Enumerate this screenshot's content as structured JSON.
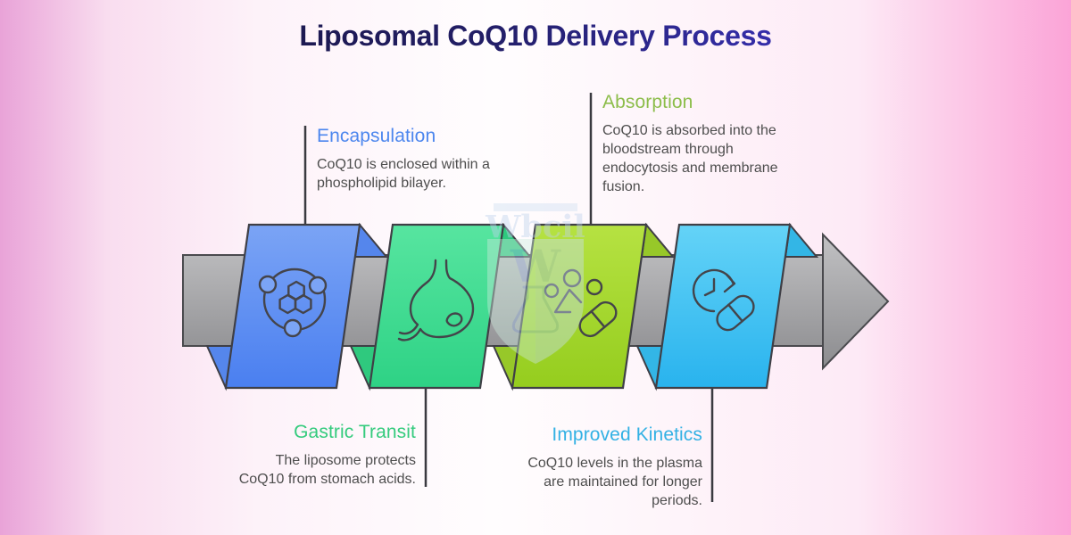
{
  "title": {
    "text": "Liposomal CoQ10 Delivery Process",
    "color_start": "#13102f",
    "color_end": "#4238d0"
  },
  "watermark": {
    "text": "Wbcil",
    "monogram": "W"
  },
  "flow_arrow": {
    "color_top": "#c1c1c3",
    "color_bottom": "#8c8c8f"
  },
  "steps": [
    {
      "label": "Encapsulation",
      "description": "CoQ10 is enclosed within a phospholipid bilayer.",
      "accent": "#4c86ee",
      "ribbon_top": "#7ba4f5",
      "ribbon_bottom": "#4a7ff0",
      "ribbon_fold": "#5586ec",
      "icon": "molecule-icon"
    },
    {
      "label": "Gastric Transit",
      "description": "The liposome protects CoQ10 from stomach acids.",
      "accent": "#34cb7d",
      "ribbon_top": "#57e5a0",
      "ribbon_bottom": "#2ed285",
      "ribbon_fold": "#2fc97e",
      "icon": "stomach-icon"
    },
    {
      "label": "Absorption",
      "description": "CoQ10 is absorbed into the bloodstream through endocytosis and membrane fusion.",
      "accent": "#8cbd4a",
      "ribbon_top": "#b6e242",
      "ribbon_bottom": "#95cd1e",
      "ribbon_fold": "#97c829",
      "icon": "absorption-icon"
    },
    {
      "label": "Improved Kinetics",
      "description": "CoQ10 levels in the plasma are maintained for longer periods.",
      "accent": "#33b1e4",
      "ribbon_top": "#64d3f7",
      "ribbon_bottom": "#29b3ee",
      "ribbon_fold": "#33b6e6",
      "icon": "kinetics-icon"
    }
  ]
}
